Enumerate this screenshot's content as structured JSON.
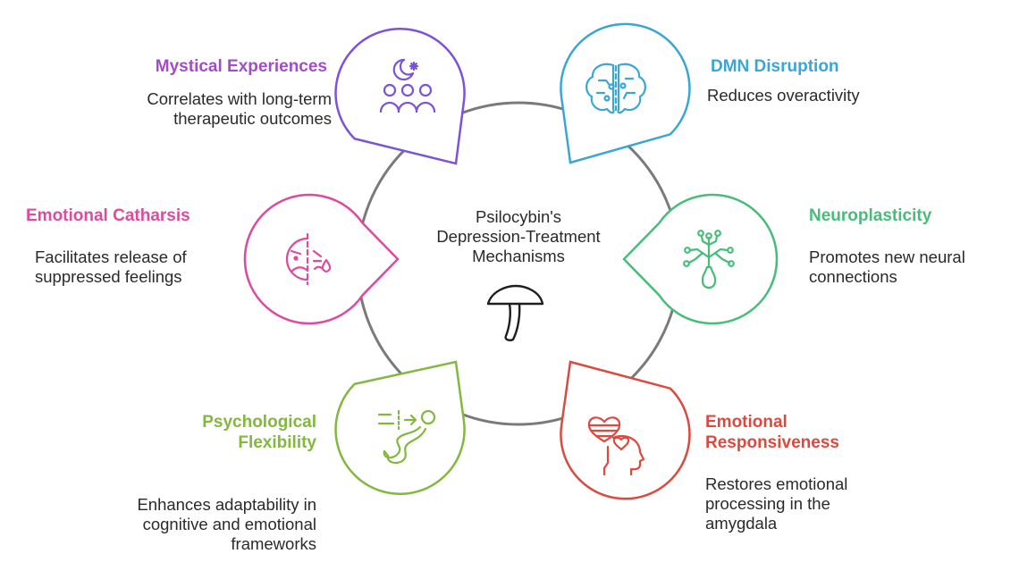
{
  "center": {
    "line1": "Psilocybin's",
    "line2": "Depression-Treatment",
    "line3": "Mechanisms",
    "icon": "mushroom-icon"
  },
  "nodes": [
    {
      "key": "mystical",
      "title": "Mystical Experiences",
      "desc": [
        "Correlates with long-term",
        "therapeutic outcomes"
      ],
      "color": "#7b52d9",
      "title_color": "#a24cc8",
      "icon": "moon-star-people-icon"
    },
    {
      "key": "dmn",
      "title": "DMN Disruption",
      "desc": [
        "Reduces overactivity"
      ],
      "color": "#3aa6d6",
      "title_color": "#3aa6d6",
      "icon": "brain-circuit-icon"
    },
    {
      "key": "catharsis",
      "title": "Emotional Catharsis",
      "desc": [
        "Facilitates release of",
        "suppressed feelings"
      ],
      "color": "#dd4a9e",
      "title_color": "#dd4a9e",
      "icon": "face-tear-icon"
    },
    {
      "key": "neuro",
      "title": "Neuroplasticity",
      "desc": [
        "Promotes new neural",
        "connections"
      ],
      "color": "#47bd7a",
      "title_color": "#47bd7a",
      "icon": "neural-plant-icon"
    },
    {
      "key": "flex",
      "title": [
        "Psychological",
        "Flexibility"
      ],
      "desc": [
        "Enhances adaptability in",
        "cognitive and emotional",
        "frameworks"
      ],
      "color": "#82b83d",
      "title_color": "#82b83d",
      "icon": "flexible-figure-icon"
    },
    {
      "key": "respons",
      "title": [
        "Emotional",
        "Responsiveness"
      ],
      "desc": [
        "Restores emotional",
        "processing in the",
        "amygdala"
      ],
      "color": "#db4a3f",
      "title_color": "#db4a3f",
      "icon": "head-heart-icon"
    }
  ]
}
